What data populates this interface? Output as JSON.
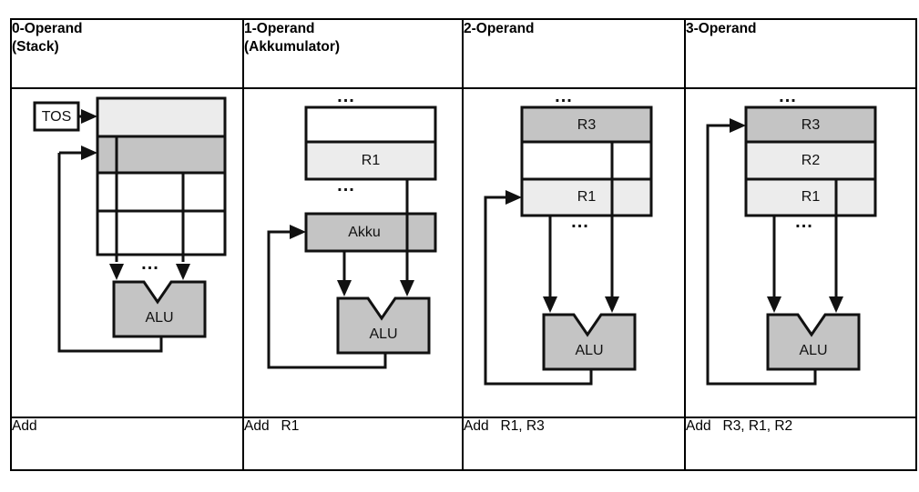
{
  "figure": {
    "title_visible": false,
    "colors": {
      "header_bg": "#e8e8c4",
      "footer_bg": "#e8e8c4",
      "cell_white": "#ffffff",
      "cell_light": "#ececec",
      "cell_gray": "#c4c4c4",
      "alu_fill": "#c4c4c4",
      "stroke": "#000000"
    }
  },
  "columns": [
    {
      "id": "col-0-operand",
      "header": "0-Operand\n(Stack)",
      "instruction": "Add",
      "dots_top": "",
      "dots_bottom": "...",
      "alu_label": "ALU",
      "pointer_label": "TOS",
      "cells": [
        {
          "label": "",
          "fill": "light"
        },
        {
          "label": "",
          "fill": "gray"
        },
        {
          "label": "",
          "fill": "white"
        },
        {
          "label": "",
          "fill": "white"
        }
      ]
    },
    {
      "id": "col-1-operand",
      "header": "1-Operand\n(Akkumulator)",
      "instruction": "Add   R1",
      "dots_top": "...",
      "dots_bottom": "...",
      "alu_label": "ALU",
      "accumulator_label": "Akku",
      "cells": [
        {
          "label": "",
          "fill": "white"
        },
        {
          "label": "R1",
          "fill": "light"
        }
      ]
    },
    {
      "id": "col-2-operand",
      "header": "2-Operand",
      "instruction": "Add   R1, R3",
      "dots_top": "...",
      "dots_bottom": "...",
      "alu_label": "ALU",
      "cells": [
        {
          "label": "R3",
          "fill": "gray"
        },
        {
          "label": "",
          "fill": "white"
        },
        {
          "label": "R1",
          "fill": "light"
        }
      ]
    },
    {
      "id": "col-3-operand",
      "header": "3-Operand",
      "instruction": "Add   R3, R1, R2",
      "dots_top": "...",
      "dots_bottom": "...",
      "alu_label": "ALU",
      "cells": [
        {
          "label": "R3",
          "fill": "gray"
        },
        {
          "label": "R2",
          "fill": "light"
        },
        {
          "label": "R1",
          "fill": "light"
        }
      ]
    }
  ]
}
